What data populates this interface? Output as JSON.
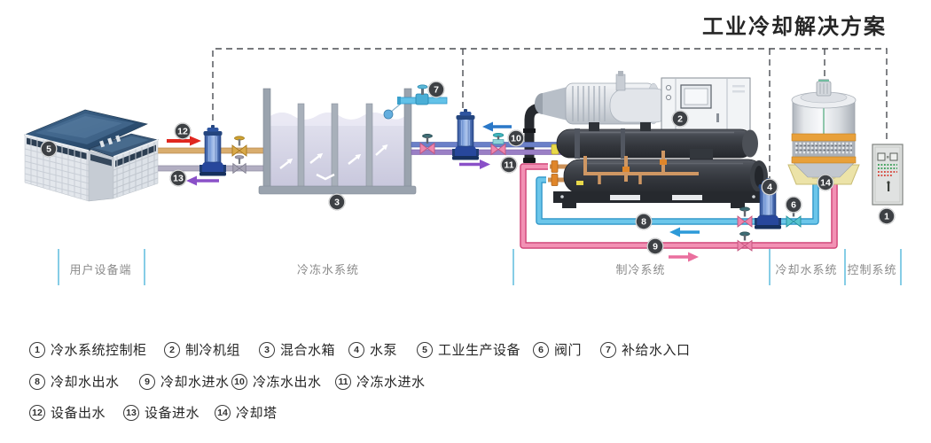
{
  "header": {
    "title": "工业冷却解决方案"
  },
  "sections": [
    {
      "label": "用户设备端"
    },
    {
      "label": "冷冻水系统"
    },
    {
      "label": "制冷系统"
    },
    {
      "label": "冷却水系统"
    },
    {
      "label": "控制系统"
    }
  ],
  "badges": {
    "b1": "1",
    "b2": "2",
    "b3": "3",
    "b4": "4",
    "b5": "5",
    "b6": "6",
    "b7": "7",
    "b8": "8",
    "b9": "9",
    "b10": "10",
    "b11": "11",
    "b12": "12",
    "b13": "13",
    "b14": "14"
  },
  "legend": {
    "items": [
      {
        "num": "1",
        "label": "冷水系统控制柜"
      },
      {
        "num": "2",
        "label": "制冷机组"
      },
      {
        "num": "3",
        "label": "混合水箱"
      },
      {
        "num": "4",
        "label": "水泵"
      },
      {
        "num": "5",
        "label": "工业生产设备"
      },
      {
        "num": "6",
        "label": "阀门"
      },
      {
        "num": "7",
        "label": "补给水入口"
      },
      {
        "num": "8",
        "label": "冷却水出水"
      },
      {
        "num": "9",
        "label": "冷却水进水"
      },
      {
        "num": "10",
        "label": "冷冻水出水"
      },
      {
        "num": "11",
        "label": "冷冻水进水"
      },
      {
        "num": "12",
        "label": "设备出水"
      },
      {
        "num": "13",
        "label": "设备进水"
      },
      {
        "num": "14",
        "label": "冷却塔"
      }
    ]
  },
  "flows": [
    {
      "badge": "12",
      "direction": "right",
      "color": "#e0271f"
    },
    {
      "badge": "13",
      "direction": "left",
      "color": "#8a50c8"
    },
    {
      "badge": "10",
      "direction": "left",
      "color": "#2a78c8"
    },
    {
      "badge": "11",
      "direction": "right",
      "color": "#8a50c8"
    },
    {
      "badge": "8",
      "direction": "left",
      "color": "#2d9ad8"
    },
    {
      "badge": "9",
      "direction": "right",
      "color": "#ea6f9e"
    }
  ],
  "colors": {
    "equipment_outlet_pipe": "#d9ad6e",
    "equipment_inlet_pipe": "#b2aec2",
    "chilled_water_outlet_pipe": "#6b80c8",
    "chilled_water_inlet_pipe": "#9a7fc5",
    "cooling_water_outlet_pipe": "#5fc0e8",
    "cooling_water_inlet_pipe": "#f08bb0",
    "section_divider": "#86cde6",
    "badge_background": "#3d4044",
    "control_line": "#4a4d52"
  }
}
